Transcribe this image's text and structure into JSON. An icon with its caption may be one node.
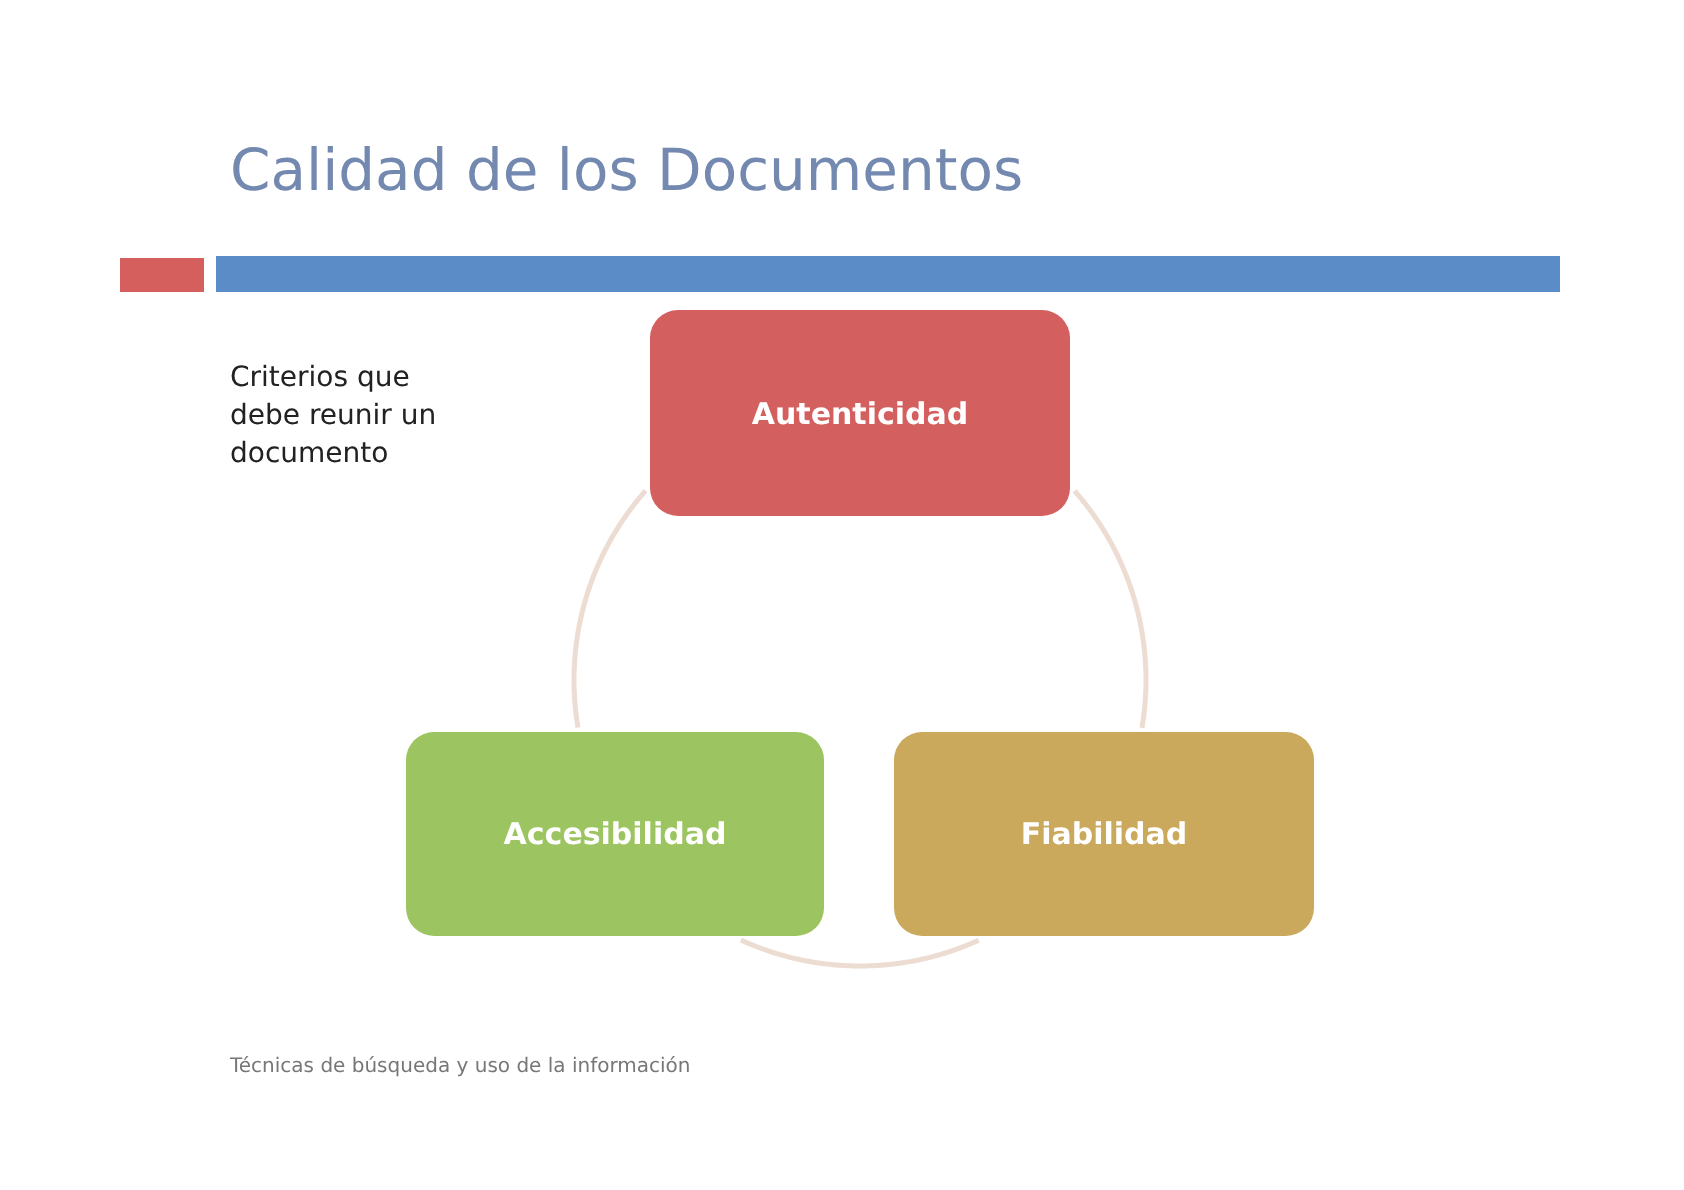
{
  "diagram": {
    "title": "Calidad de los Documentos",
    "nodes": [
      {
        "text": [
          "Autenticidad"
        ]
      },
      {
        "text": [
          "Accesibilidad"
        ]
      },
      {
        "text": [
          "Fiabilidad"
        ]
      }
    ],
    "edges": [
      {
        "from": 0,
        "to": 2,
        "arrow": "none"
      },
      {
        "from": 2,
        "to": 1,
        "arrow": "none"
      },
      {
        "from": 1,
        "to": 0,
        "arrow": "none"
      }
    ],
    "labels": [
      "Criterios que debe reunir un documento"
    ],
    "caption": "Técnicas de búsqueda y uso de la información"
  }
}
